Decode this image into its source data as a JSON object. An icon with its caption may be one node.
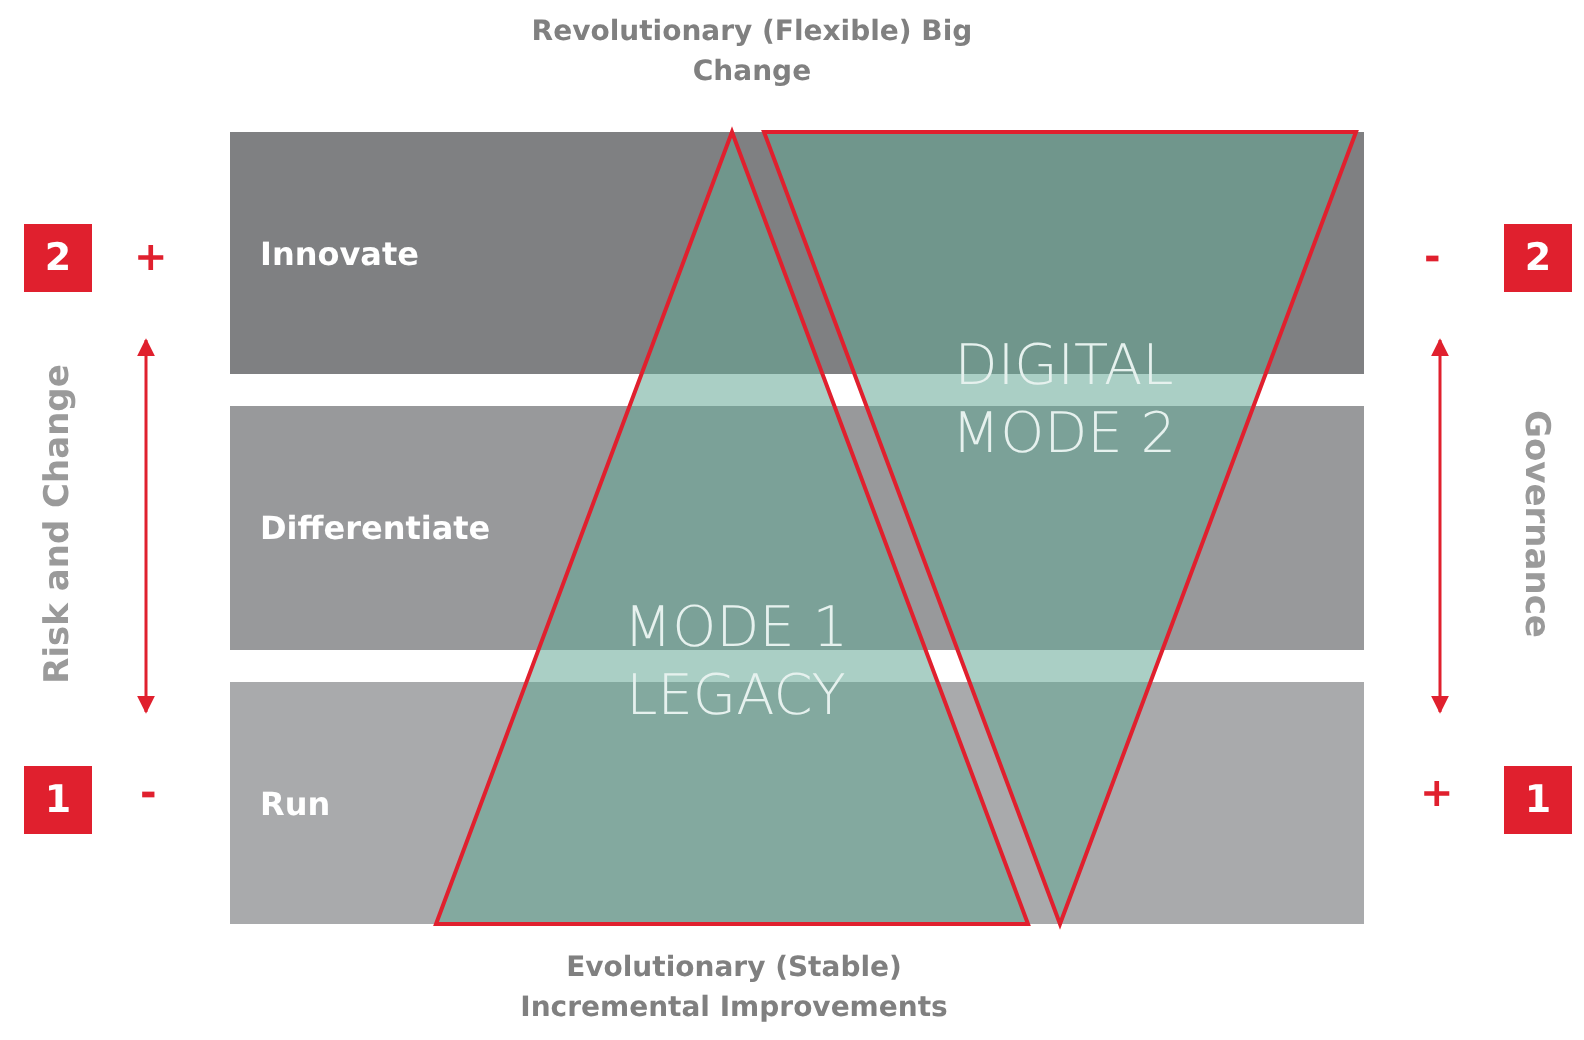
{
  "diagram": {
    "nodes": [
      {
        "text": [
          "2"
        ]
      },
      {
        "text": [
          "Innovate"
        ]
      },
      {
        "text": [
          "2"
        ]
      },
      {
        "text": [
          "Differentiate"
        ]
      },
      {
        "text": [
          "DIGITAL MODE 2"
        ]
      },
      {
        "text": [
          "MODE 1 LEGACY"
        ]
      },
      {
        "text": [
          "1"
        ]
      },
      {
        "text": [
          "Run"
        ]
      },
      {
        "text": [
          "1"
        ]
      }
    ],
    "edges": [],
    "labels": [
      "Revolutionary (Flexible) Big Change",
      "+",
      "-",
      "Risk and Change",
      "Governance",
      "-",
      "+",
      "Evolutionary (Stable) Incremental Improvements"
    ]
  }
}
